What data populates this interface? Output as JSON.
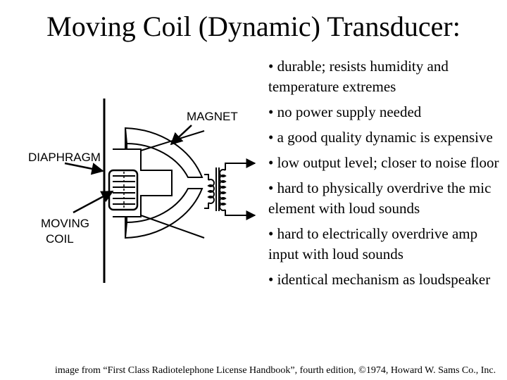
{
  "title": "Moving Coil (Dynamic) Transducer:",
  "diagram": {
    "labels": {
      "magnet": "MAGNET",
      "diaphragm": "DIAPHRAGM",
      "moving_coil_line1": "MOVING",
      "moving_coil_line2": "COIL"
    }
  },
  "bullets": [
    "• durable; resists humidity and temperature extremes",
    "• no power supply needed",
    "• a good quality dynamic is expensive",
    "• low output level; closer to noise floor",
    "• hard to physically overdrive the mic element with loud sounds",
    "• hard to electrically overdrive amp input with loud sounds",
    "• identical mechanism as loudspeaker"
  ],
  "credit": "image from “First Class Radiotelephone License Handbook”, fourth edition, ©1974, Howard W. Sams Co., Inc."
}
